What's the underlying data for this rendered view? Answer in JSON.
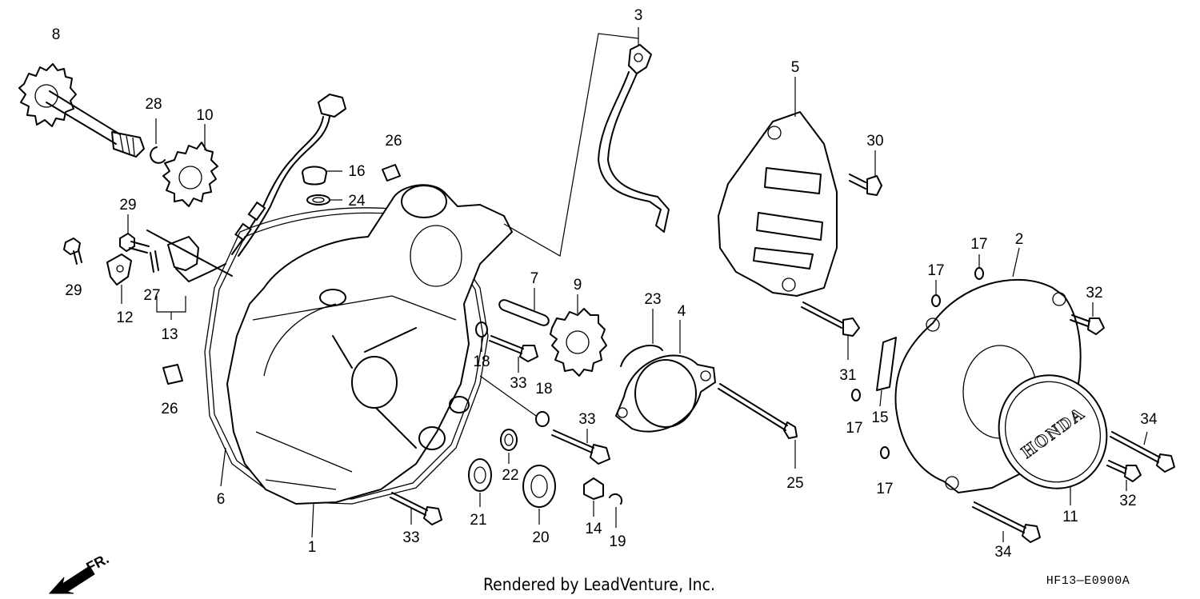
{
  "callouts": {
    "c1": "1",
    "c2": "2",
    "c3": "3",
    "c4": "4",
    "c5": "5",
    "c6": "6",
    "c7": "7",
    "c8": "8",
    "c9": "9",
    "c10": "10",
    "c11": "11",
    "c12": "12",
    "c13": "13",
    "c14": "14",
    "c15": "15",
    "c16": "16",
    "c17a": "17",
    "c17b": "17",
    "c17c": "17",
    "c17d": "17",
    "c18a": "18",
    "c18b": "18",
    "c19": "19",
    "c20": "20",
    "c21": "21",
    "c22": "22",
    "c23": "23",
    "c24": "24",
    "c25": "25",
    "c26a": "26",
    "c26b": "26",
    "c27": "27",
    "c28": "28",
    "c29a": "29",
    "c29b": "29",
    "c30": "30",
    "c31": "31",
    "c32a": "32",
    "c32b": "32",
    "c33a": "33",
    "c33b": "33",
    "c33c": "33",
    "c34a": "34",
    "c34b": "34"
  },
  "footer": {
    "credit": "Rendered by LeadVenture, Inc.",
    "code": "HF13—E0900A",
    "direction_label": "FR."
  },
  "cover_logo": "HONDA"
}
